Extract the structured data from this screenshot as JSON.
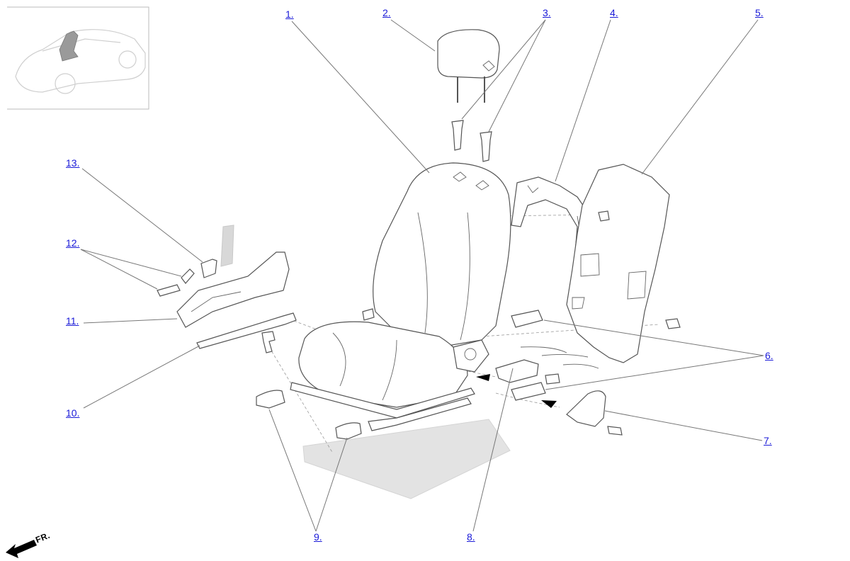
{
  "direction_label": "FR.",
  "callouts": [
    {
      "num": "1."
    },
    {
      "num": "2."
    },
    {
      "num": "3."
    },
    {
      "num": "4."
    },
    {
      "num": "5."
    },
    {
      "num": "6."
    },
    {
      "num": "7."
    },
    {
      "num": "8."
    },
    {
      "num": "9."
    },
    {
      "num": "10."
    },
    {
      "num": "11."
    },
    {
      "num": "12."
    },
    {
      "num": "13."
    }
  ],
  "colors": {
    "link": "#1a1ad8",
    "part_outline": "#555555",
    "leader_line": "#777777",
    "floor_shadow": "#e3e3e3",
    "locator_car": "#cfcfcf",
    "locator_seat": "#9a9a9a"
  }
}
